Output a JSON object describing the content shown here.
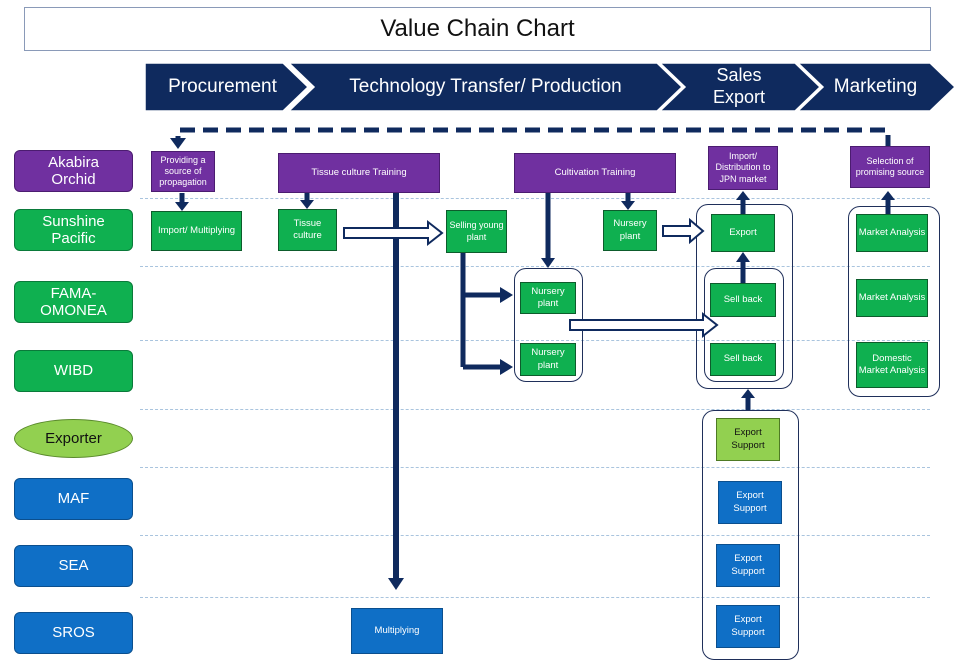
{
  "title": "Value Chain Chart",
  "phases": {
    "procurement": "Procurement",
    "technology": "Technology Transfer/ Production",
    "sales": "Sales\nExport",
    "marketing": "Marketing"
  },
  "actors": {
    "akabira": "Akabira Orchid",
    "sunshine": "Sunshine Pacific",
    "fama": "FAMA-OMONEA",
    "wibd": "WIBD",
    "exporter": "Exporter",
    "maf": "MAF",
    "sea": "SEA",
    "sros": "SROS"
  },
  "nodes": {
    "providing_source": "Providing a source of propagation",
    "tissue_training": "Tissue culture Training",
    "cultivation_training": "Cultivation Training",
    "import_distribution": "Import/ Distribution to JPN market",
    "selection_source": "Selection of promising source",
    "import_multiplying": "Import/ Multiplying",
    "tissue_culture": "Tissue culture",
    "selling_young_plant": "Selling young plant",
    "nursery_sunshine": "Nursery plant",
    "export": "Export",
    "market_analysis_1": "Market Analysis",
    "nursery_fama": "Nursery plant",
    "sell_back_1": "Sell back",
    "market_analysis_2": "Market Analysis",
    "nursery_wibd": "Nursery plant",
    "sell_back_2": "Sell back",
    "domestic_market": "Domestic Market Analysis",
    "export_support_exporter": "Export Support",
    "export_support_maf": "Export Support",
    "export_support_sea": "Export Support",
    "export_support_sros": "Export Support",
    "multiplying": "Multiplying"
  },
  "colors": {
    "navy": "#0f2a5e",
    "purple": "#7030a0",
    "green": "#0fb050",
    "blue": "#0f6fc6",
    "light_green": "#92d050"
  }
}
